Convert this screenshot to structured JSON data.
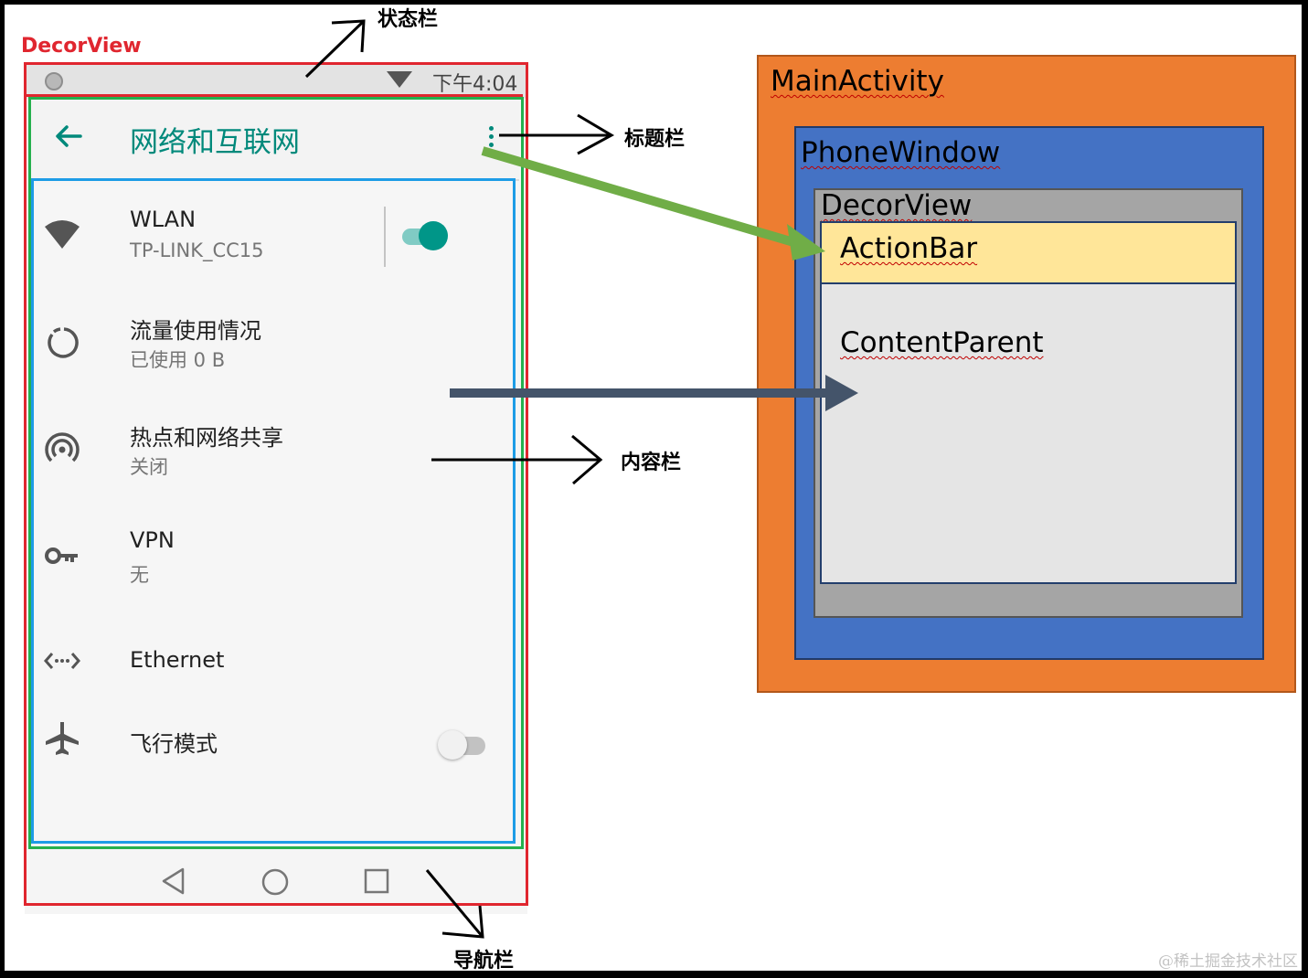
{
  "phone": {
    "status_time": "下午4:04",
    "action_bar": {
      "title": "网络和互联网"
    },
    "rows": [
      {
        "title": "WLAN",
        "subtitle": "TP-LINK_CC15",
        "icon": "wifi-icon",
        "toggle": "on"
      },
      {
        "title": "流量使用情况",
        "subtitle": "已使用 0 B",
        "icon": "data-usage-icon"
      },
      {
        "title": "热点和网络共享",
        "subtitle": "关闭",
        "icon": "hotspot-icon"
      },
      {
        "title": "VPN",
        "subtitle": "无",
        "icon": "vpn-key-icon"
      },
      {
        "title": "Ethernet",
        "icon": "ethernet-icon"
      },
      {
        "title": "飞行模式",
        "icon": "airplane-icon",
        "toggle": "off"
      }
    ]
  },
  "annotations": {
    "decor_view": "DecorView",
    "status_bar": "状态栏",
    "title_bar": "标题栏",
    "content_bar": "内容栏",
    "nav_bar": "导航栏"
  },
  "hierarchy": {
    "main_activity": "MainActivity",
    "phone_window": "PhoneWindow",
    "decor_view": "DecorView",
    "action_bar": "ActionBar",
    "content_parent": "ContentParent"
  },
  "colors": {
    "decor_outline": "#e0262f",
    "title_outline": "#25b04e",
    "content_outline": "#1d9ce6",
    "main_activity": "#ed7d31",
    "phone_window": "#4472c4",
    "decor_view": "#a5a5a5",
    "action_bar": "#ffe699",
    "content_parent": "#e5e5e5",
    "accent": "#00897b"
  },
  "watermark": "@稀土掘金技术社区"
}
